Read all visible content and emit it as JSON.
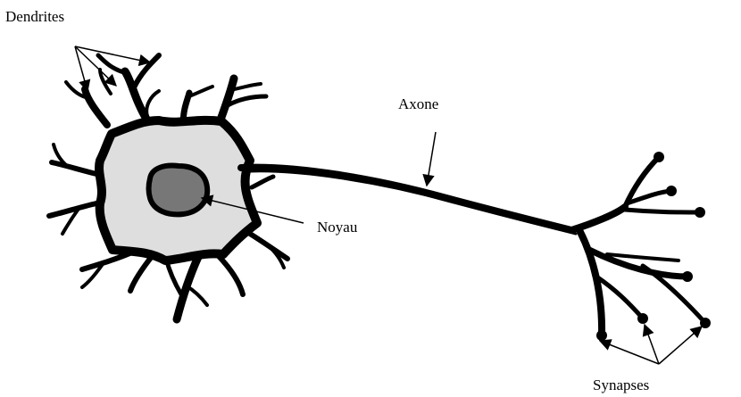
{
  "labels": {
    "dendrites": "Dendrites",
    "axone": "Axone",
    "noyau": "Noyau",
    "synapses": "Synapses"
  },
  "colors": {
    "membrane": "#000000",
    "cytoplasm": "#dedede",
    "nucleus": "#777777",
    "background": "#ffffff"
  }
}
